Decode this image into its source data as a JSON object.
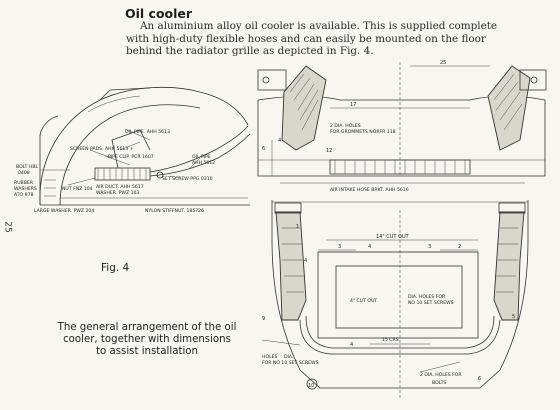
{
  "heading": "Oil cooler",
  "intro": {
    "line1": "An aluminium alloy oil cooler is available. This is supplied complete",
    "line2": "with high-duty flexible hoses and can easily be mounted on the floor",
    "line3": "behind the radiator grille as depicted in Fig. 4."
  },
  "page_number": "25",
  "figure_label": "Fig. 4",
  "caption": {
    "line1": "The general arrangement of the oil",
    "line2": "cooler, together with dimensions",
    "line3": "to assist installation"
  },
  "side_view_labels": {
    "oil_pipe_top": "OIL PIPE. AHH 5613",
    "screen_pads": "SCREEN PADS. AHH 5613 +",
    "pipe_clip": "PIPE CLIP. PCR 1607",
    "oil_pipe_2": "OIL PIPE",
    "oil_pipe_2b": "AHH 5612",
    "bolt": "BOLT HBL",
    "bolt_b": "0408",
    "set_screw": "SET SCREW PPG 0310",
    "air_duct": "AIR DUCT. AHH 5617",
    "washer_pwz": "WASHER. PWZ 103",
    "rubber_washers": "RUBBER",
    "rubber_washers_b": "WASHERS",
    "rubber_washers_c": "ATO 978",
    "nut": "NUT FNZ 104",
    "large_washer": "LARGE WASHER. PWZ 204",
    "nylon_nut": "NYLON STIFFNUT. 185726"
  },
  "front_view_labels": {
    "holes": "2 DIA. HOLES",
    "holes_b": "FOR GROMMETS NORFR 118",
    "bracket": "AIR INTAKE HOSE BRKT. AHH 5616",
    "dim_a": "17",
    "dim_b": "25",
    "dim_c": "4",
    "dim_d": "6",
    "dim_e": "12"
  },
  "plan_view_labels": {
    "cut_out_top": "14\" CUT OUT",
    "cut_out_inner": "4\" CUT OUT",
    "holes_no10": "DIA. HOLES FOR",
    "holes_no10_b": "NO 10 SET SCREWS",
    "crs": "15 CRS",
    "holes_left": "HOLES",
    "holes_left_b": "DIA.",
    "holes_left_c": "FOR NO 10 SET SCREWS",
    "holes_bottom": "2 DIA. HOLES FOR",
    "holes_bottom_b": "BOLTS",
    "dim_1": "3",
    "dim_2": "4",
    "dim_3": "3",
    "dim_4": "2",
    "dim_5": "4",
    "dim_6": "1",
    "dim_7": "5",
    "dim_8": "4",
    "dim_9": "9",
    "dim_10": "6",
    "dim_11": "10"
  }
}
